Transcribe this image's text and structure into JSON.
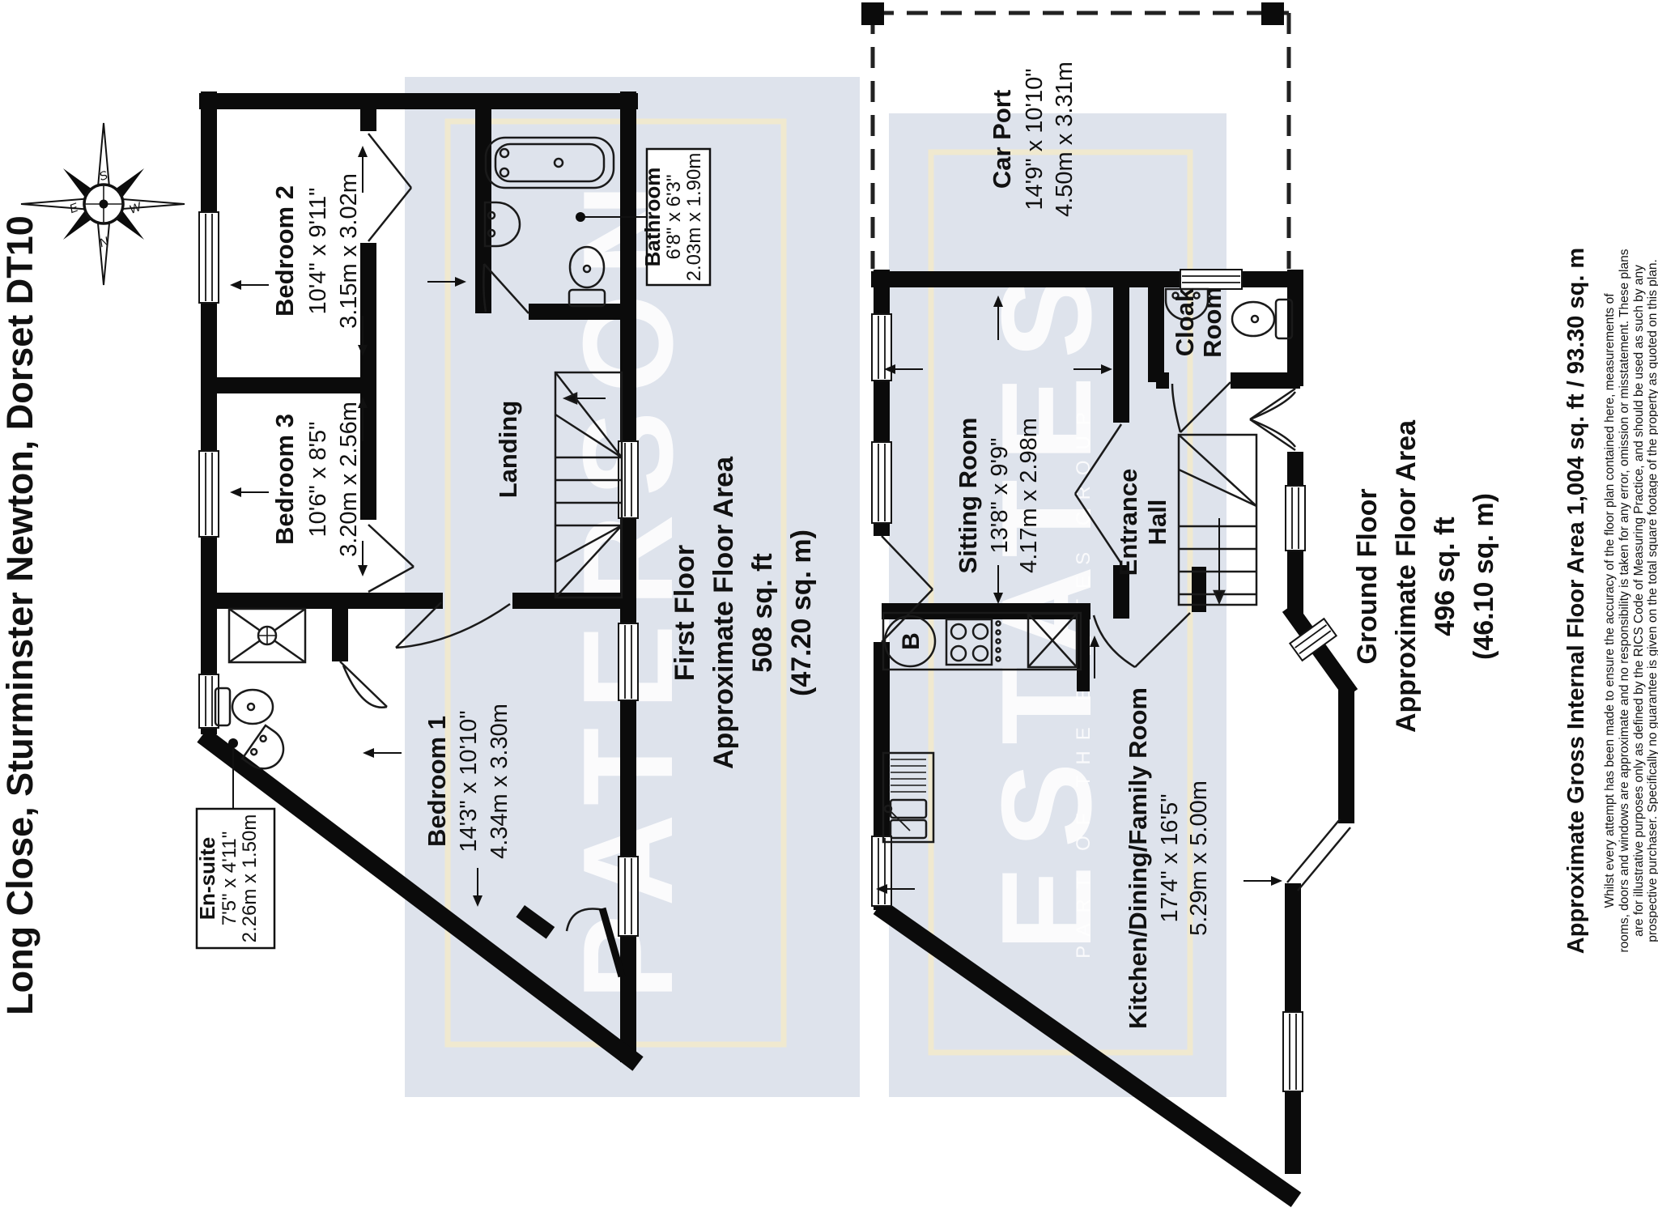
{
  "title": "Long Close, Sturminster Newton, Dorset DT10",
  "compass": {
    "n": "N",
    "s": "S",
    "e": "E",
    "w": "W"
  },
  "watermarks": {
    "panel1": "PATERSON",
    "panel2": "ESTATES",
    "tagline": "PART OF THE ESTATES GROUP"
  },
  "first_floor": {
    "summary": [
      "First Floor",
      "Approximate Floor Area",
      "508 sq. ft",
      "(47.20 sq. m)"
    ],
    "rooms": {
      "bedroom2": {
        "name": "Bedroom 2",
        "imperial": "10'4\" x 9'11\"",
        "metric": "3.15m x 3.02m"
      },
      "bedroom3": {
        "name": "Bedroom 3",
        "imperial": "10'6\" x 8'5\"",
        "metric": "3.20m x 2.56m"
      },
      "bedroom1": {
        "name": "Bedroom 1",
        "imperial": "14'3\" x 10'10\"",
        "metric": "4.34m x 3.30m"
      },
      "landing": {
        "name": "Landing"
      },
      "bathroom": {
        "name": "Bathroom",
        "imperial": "6'8\" x 6'3\"",
        "metric": "2.03m x 1.90m"
      },
      "ensuite": {
        "name": "En-suite",
        "imperial": "7'5\" x 4'11\"",
        "metric": "2.26m x 1.50m"
      }
    }
  },
  "ground_floor": {
    "summary": [
      "Ground Floor",
      "Approximate Floor Area",
      "496 sq. ft",
      "(46.10 sq. m)"
    ],
    "rooms": {
      "carport": {
        "name": "Car Port",
        "imperial": "14'9\" x 10'10\"",
        "metric": "4.50m x 3.31m"
      },
      "cloakroom": {
        "name_line1": "Cloak",
        "name_line2": "Room"
      },
      "sitting": {
        "name": "Sitting Room",
        "imperial": "13'8\" x 9'9\"",
        "metric": "4.17m x 2.98m"
      },
      "entrance": {
        "name_line1": "Entrance",
        "name_line2": "Hall"
      },
      "kitchen": {
        "name": "Kitchen/Dining/Family Room",
        "imperial": "17'4\" x 16'5\"",
        "metric": "5.29m x 5.00m"
      },
      "boiler": "B"
    }
  },
  "footer": {
    "area_title": "Approximate Gross Internal Floor Area 1,004 sq. ft / 93.30 sq. m",
    "disclaimer": [
      "Whilst every attempt has been made to ensure the accuracy of the floor plan contained here, measurements of",
      "rooms, doors and windows are approximate and no responsibility is taken for any error, omission or misstatement. These plans",
      "are for illustrative purposes only as defined by the RICS Code of Measuring Practice, and should be used as such by any",
      "prospective purchaser. Specifically no guarantee is given on the total square footage of the property as quoted on this plan."
    ]
  },
  "colors": {
    "panel": "#dee3ec",
    "frame": "#f0e9cf",
    "wall": "#0b0b0b"
  }
}
